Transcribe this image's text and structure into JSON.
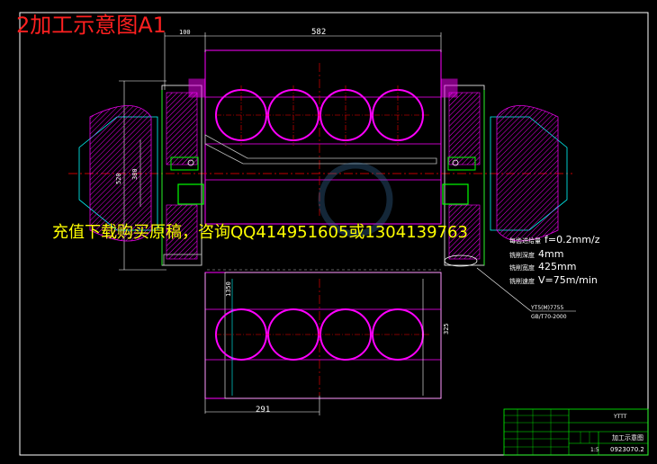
{
  "overlay": {
    "title": "2加工示意图A1",
    "advert": "充值下载购买原稿，咨询QQ414951605或1304139763"
  },
  "parameters": [
    {
      "label": "每齿进给量",
      "value": "f=0.2mm/z"
    },
    {
      "label": "铣削深度",
      "value": "4mm"
    },
    {
      "label": "铣削宽度",
      "value": "425mm"
    },
    {
      "label": "铣削速度",
      "value": "V=75m/min"
    }
  ],
  "callout": {
    "line1": "YT5(M)7755",
    "line2": "GB/T70-2000"
  },
  "dimensions": {
    "top_width": "582",
    "top_left": "100",
    "left_height": "520",
    "left_inner": "380",
    "bottom_width": "291",
    "middle_vertical": "1350",
    "right_vertical": "325"
  },
  "title_block": {
    "name": "加工示意图",
    "code": "0923070.2",
    "part_no": "YTTT",
    "scale": "1:5"
  },
  "colors": {
    "frame": "#ffffff",
    "part": "#ff00ff",
    "center": "#ff0000",
    "fixture": "#00ff00",
    "dims": "#00ffff"
  }
}
